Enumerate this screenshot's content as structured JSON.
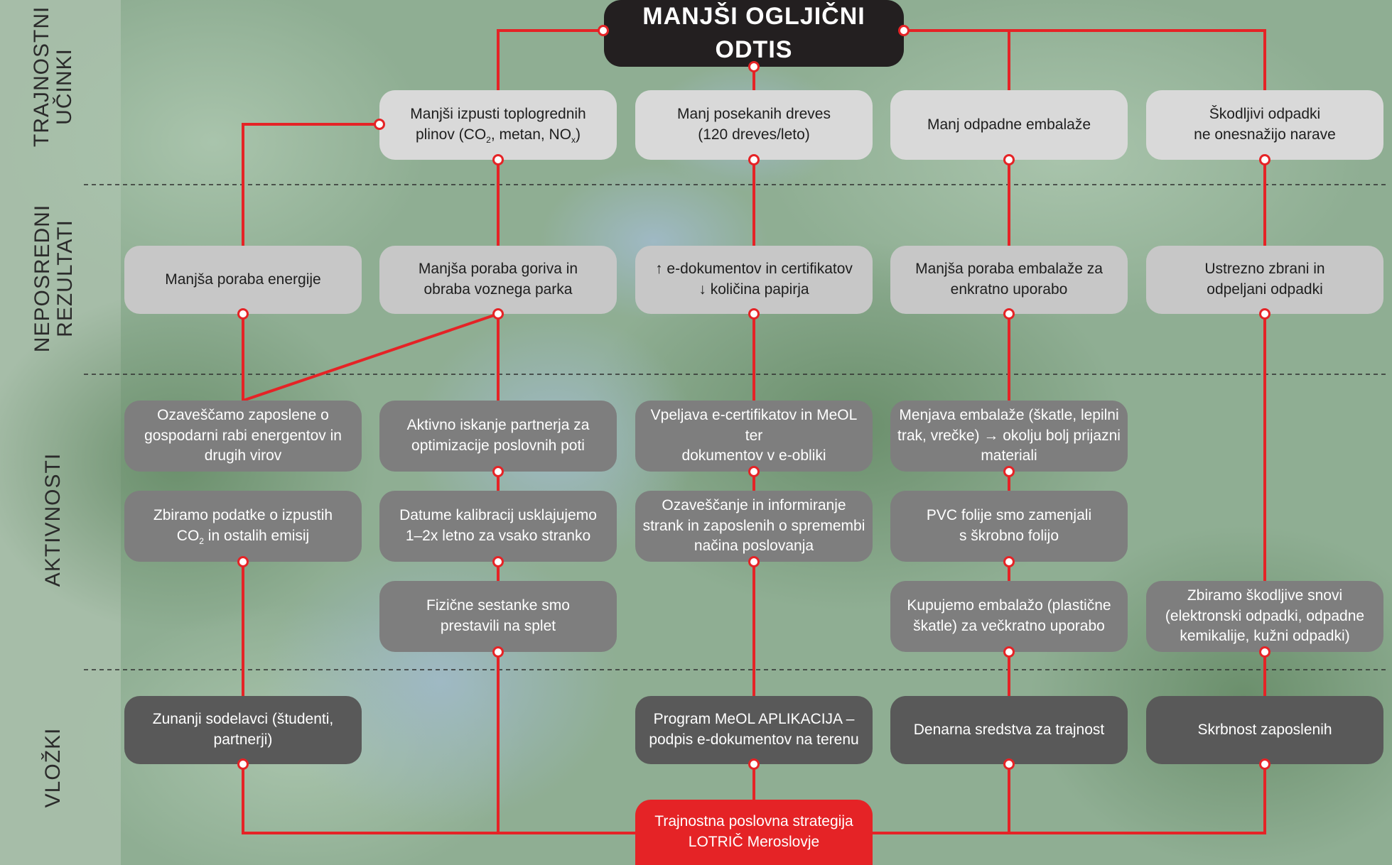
{
  "title": "MANJŠI OGLJIČNI ODTIS",
  "row_labels": {
    "impacts": "TRAJNOSTNI\nUČINKI",
    "results": "NEPOSREDNI\nREZULTATI",
    "activities": "AKTIVNOSTI",
    "inputs": "VLOŽKI"
  },
  "impacts": {
    "ghg_line1": "Manjši izpusti toplogrednih",
    "ghg_line2_a": "plinov (CO",
    "ghg_sub_co2": "2",
    "ghg_line2_b": ", metan, NO",
    "ghg_sub_nox": "x",
    "ghg_line2_c": ")",
    "trees": "Manj posekanih dreves\n(120 dreves/leto)",
    "packaging": "Manj odpadne embalaže",
    "hazardous": "Škodljivi odpadki\nne onesnažijo narave"
  },
  "results": {
    "energy": "Manjša poraba energije",
    "fuel": "Manjša poraba goriva in\nobraba voznega parka",
    "edocs": "↑ e-dokumentov in certifikatov\n↓ količina papirja",
    "packaging": "Manjša poraba embalaže za\nenkratno uporabo",
    "waste": "Ustrezno zbrani in\nodpeljani odpadki"
  },
  "activities": {
    "awareness": "Ozaveščamo zaposlene o\ngospodarni rabi energentov in\ndrugih virov",
    "emissions_a": "Zbiramo podatke o izpustih",
    "emissions_b": "CO",
    "emissions_sub": "2",
    "emissions_c": " in ostalih emisij",
    "partner": "Aktivno iskanje partnerja za\noptimizacije poslovnih poti",
    "calibration": "Datume kalibracij usklajujemo\n1–2x letno za vsako stranko",
    "meetings": "Fizične sestanke smo\nprestavili na splet",
    "ecert": "Vpeljava e-certifikatov in MeOL ter\ndokumentov v e-obliki",
    "informing": "Ozaveščanje in informiranje\nstrank in zaposlenih o spremembi\nnačina poslovanja",
    "packaging_change": "Menjava embalaže (škatle, lepilni\ntrak, vrečke) → okolju bolj prijazni\nmateriali",
    "pvc": "PVC folije smo zamenjali\ns škrobno folijo",
    "reusable": "Kupujemo embalažo (plastične\nškatle) za večkratno uporabo",
    "hazardous_collect": "Zbiramo škodljive snovi\n(elektronski odpadki, odpadne\nkemikalije, kužni odpadki)"
  },
  "inputs": {
    "external": "Zunanji sodelavci (študenti,\npartnerji)",
    "meol": "Program MeOL APLIKACIJA –\npodpis e-dokumentov na terenu",
    "funds": "Denarna sredstva za trajnost",
    "care": "Skrbnost zaposlenih"
  },
  "strategy": "Trajnostna poslovna strategija\nLOTRIČ Meroslovje",
  "colors": {
    "connector": "#e52326",
    "title_bg": "#231f20",
    "strategy_bg": "#e52326",
    "impact_bg": "#d9d9d9",
    "result_bg": "#c7c7c7",
    "activity_bg": "#7e7e7e",
    "input_bg": "#595959"
  }
}
